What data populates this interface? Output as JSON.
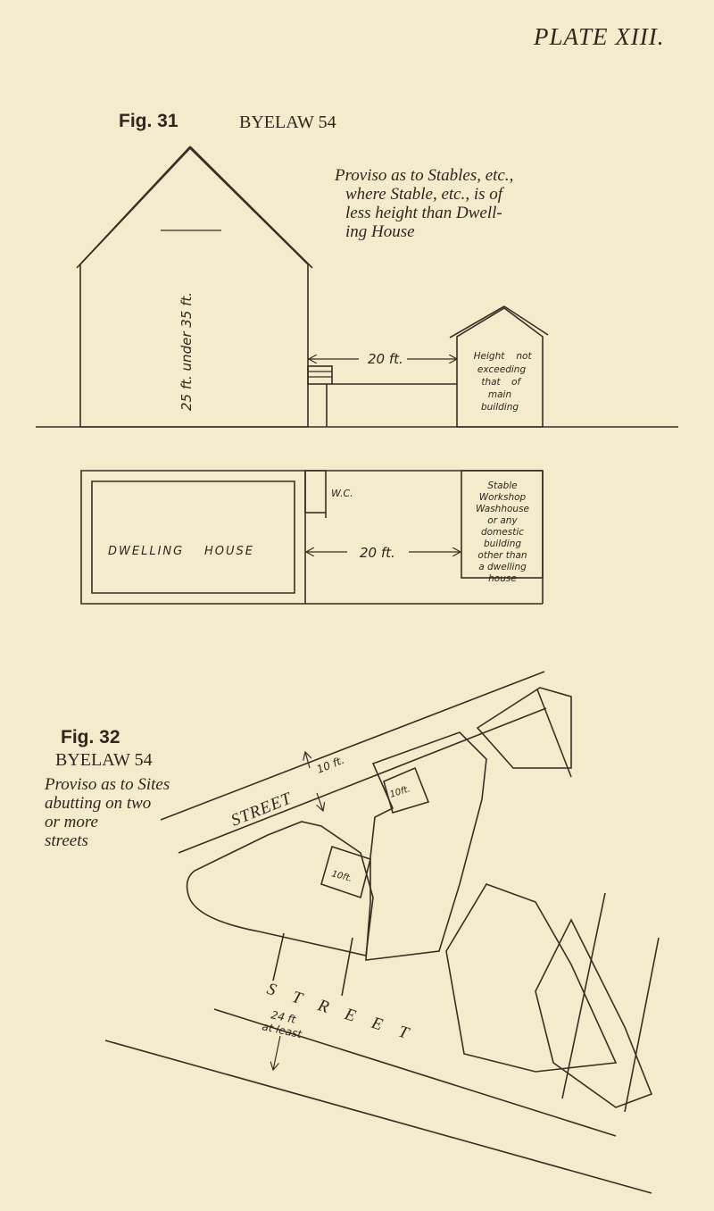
{
  "plate": {
    "title": "PLATE XIII."
  },
  "fig31": {
    "label": "Fig. 31",
    "byelaw": "BYELAW 54",
    "proviso_lines": [
      "Proviso as to Stables, etc.,",
      "where Stable, etc., is of",
      "less height than Dwell-",
      "ing House"
    ],
    "elevation": {
      "height_label": "25 ft. under 35 ft.",
      "distance_label": "20 ft.",
      "outbuilding_lines": [
        "Height",
        "not",
        "exceeding",
        "that",
        "of",
        "main",
        "building"
      ]
    },
    "plan": {
      "dwelling_label": "DWELLING HOUSE",
      "dwelling_word1": "DWELLING",
      "dwelling_word2": "HOUSE",
      "wc_label": "W.C.",
      "distance_label": "20 ft.",
      "outbuilding_lines": [
        "Stable",
        "Workshop",
        "Washhouse",
        "or any",
        "domestic",
        "building",
        "other than",
        "a dwelling",
        "house"
      ]
    }
  },
  "fig32": {
    "label": "Fig. 32",
    "byelaw": "BYELAW 54",
    "proviso_lines": [
      "Proviso as to Sites",
      "abutting on two",
      "or more",
      "streets"
    ],
    "upper_street": {
      "name": "STREET",
      "width_label": "10 ft."
    },
    "yard_labels": [
      "10ft.",
      "10ft."
    ],
    "lower_street": {
      "name": "STREET",
      "width_label_1": "24 ft",
      "width_label_2": "at least"
    }
  },
  "colors": {
    "paper": "#f3ebcc",
    "ink": "#3a2e22"
  }
}
